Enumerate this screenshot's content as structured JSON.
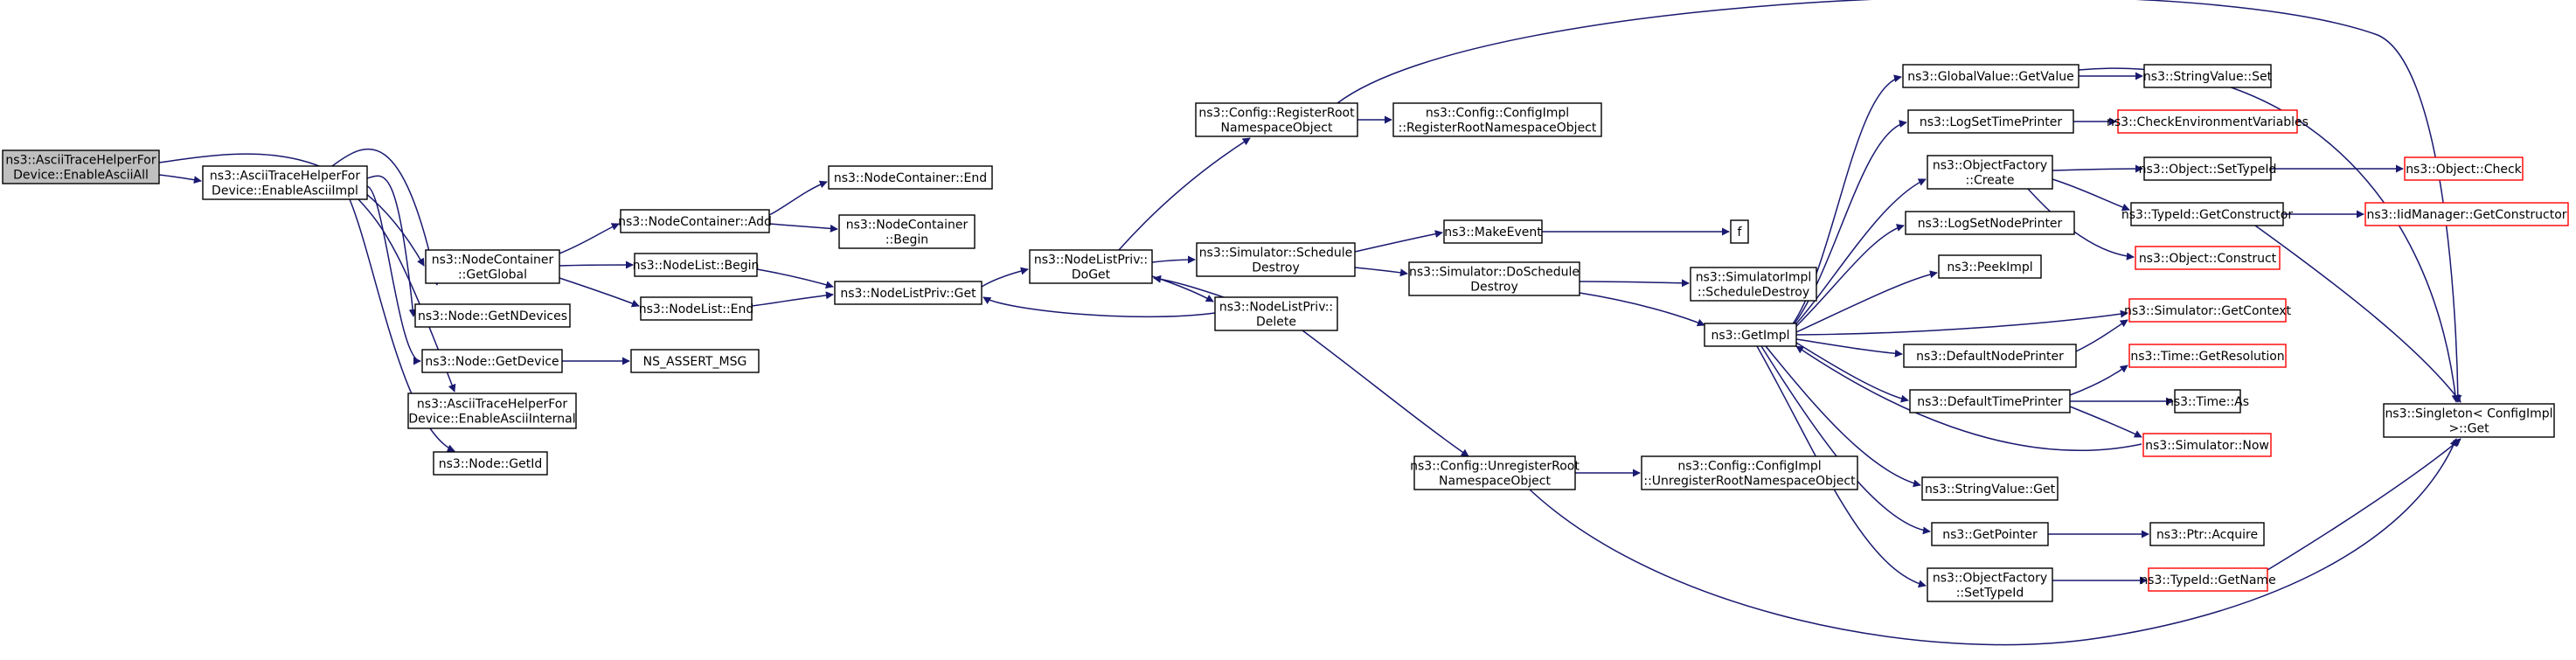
{
  "colors": {
    "edge": "#191970",
    "border_normal": "#000000",
    "border_truncated": "#ff0000",
    "fill_normal": "#ffffff",
    "fill_root": "#bfbfbf"
  },
  "nodes": [
    {
      "id": "root",
      "lines": [
        "ns3::AsciiTraceHelperFor",
        "Device::EnableAsciiAll"
      ],
      "style": "root"
    },
    {
      "id": "impl",
      "lines": [
        "ns3::AsciiTraceHelperFor",
        "Device::EnableAsciiImpl"
      ],
      "style": "normal"
    },
    {
      "id": "ncGetGlobal",
      "lines": [
        "ns3::NodeContainer",
        "::GetGlobal"
      ],
      "style": "normal"
    },
    {
      "id": "nodeGetNDevices",
      "lines": [
        "ns3::Node::GetNDevices"
      ],
      "style": "normal"
    },
    {
      "id": "nodeGetDevice",
      "lines": [
        "ns3::Node::GetDevice"
      ],
      "style": "normal"
    },
    {
      "id": "enableAsciiInternal",
      "lines": [
        "ns3::AsciiTraceHelperFor",
        "Device::EnableAsciiInternal"
      ],
      "style": "normal"
    },
    {
      "id": "nodeGetId",
      "lines": [
        "ns3::Node::GetId"
      ],
      "style": "normal"
    },
    {
      "id": "nsAssert",
      "lines": [
        "NS_ASSERT_MSG"
      ],
      "style": "normal"
    },
    {
      "id": "ncAdd",
      "lines": [
        "ns3::NodeContainer::Add"
      ],
      "style": "normal"
    },
    {
      "id": "ncEnd",
      "lines": [
        "ns3::NodeContainer::End"
      ],
      "style": "normal"
    },
    {
      "id": "ncBegin",
      "lines": [
        "ns3::NodeContainer",
        "::Begin"
      ],
      "style": "normal"
    },
    {
      "id": "nlBegin",
      "lines": [
        "ns3::NodeList::Begin"
      ],
      "style": "normal"
    },
    {
      "id": "nlEnd",
      "lines": [
        "ns3::NodeList::End"
      ],
      "style": "normal"
    },
    {
      "id": "nlpGet",
      "lines": [
        "ns3::NodeListPriv::Get"
      ],
      "style": "normal"
    },
    {
      "id": "nlpDoGet",
      "lines": [
        "ns3::NodeListPriv::",
        "DoGet"
      ],
      "style": "normal"
    },
    {
      "id": "cfgRegRoot",
      "lines": [
        "ns3::Config::RegisterRoot",
        "NamespaceObject"
      ],
      "style": "normal"
    },
    {
      "id": "cfgImplReg",
      "lines": [
        "ns3::Config::ConfigImpl",
        "::RegisterRootNamespaceObject"
      ],
      "style": "normal"
    },
    {
      "id": "simSchedDestroy",
      "lines": [
        "ns3::Simulator::Schedule",
        "Destroy"
      ],
      "style": "normal"
    },
    {
      "id": "nlpDelete",
      "lines": [
        "ns3::NodeListPriv::",
        "Delete"
      ],
      "style": "normal"
    },
    {
      "id": "makeEvent",
      "lines": [
        "ns3::MakeEvent"
      ],
      "style": "normal"
    },
    {
      "id": "f",
      "lines": [
        "f"
      ],
      "style": "normal"
    },
    {
      "id": "simDoSchedDestroy",
      "lines": [
        "ns3::Simulator::DoSchedule",
        "Destroy"
      ],
      "style": "normal"
    },
    {
      "id": "simImplSchedDestroy",
      "lines": [
        "ns3::SimulatorImpl",
        "::ScheduleDestroy"
      ],
      "style": "normal"
    },
    {
      "id": "getImpl",
      "lines": [
        "ns3::GetImpl"
      ],
      "style": "normal"
    },
    {
      "id": "cfgUnregRoot",
      "lines": [
        "ns3::Config::UnregisterRoot",
        "NamespaceObject"
      ],
      "style": "normal"
    },
    {
      "id": "cfgImplUnreg",
      "lines": [
        "ns3::Config::ConfigImpl",
        "::UnregisterRootNamespaceObject"
      ],
      "style": "normal"
    },
    {
      "id": "gvGetValue",
      "lines": [
        "ns3::GlobalValue::GetValue"
      ],
      "style": "normal"
    },
    {
      "id": "svSet",
      "lines": [
        "ns3::StringValue::Set"
      ],
      "style": "normal"
    },
    {
      "id": "logSetTimePrinter",
      "lines": [
        "ns3::LogSetTimePrinter"
      ],
      "style": "normal"
    },
    {
      "id": "checkEnvVars",
      "lines": [
        "ns3::CheckEnvironmentVariables"
      ],
      "style": "truncated"
    },
    {
      "id": "ofCreate",
      "lines": [
        "ns3::ObjectFactory",
        "::Create"
      ],
      "style": "normal"
    },
    {
      "id": "objSetTypeId",
      "lines": [
        "ns3::Object::SetTypeId"
      ],
      "style": "normal"
    },
    {
      "id": "objCheck",
      "lines": [
        "ns3::Object::Check"
      ],
      "style": "truncated"
    },
    {
      "id": "tidGetConstructor",
      "lines": [
        "ns3::TypeId::GetConstructor"
      ],
      "style": "normal"
    },
    {
      "id": "iidGetConstructor",
      "lines": [
        "ns3::IidManager::GetConstructor"
      ],
      "style": "truncated"
    },
    {
      "id": "objConstruct",
      "lines": [
        "ns3::Object::Construct"
      ],
      "style": "truncated"
    },
    {
      "id": "logSetNodePrinter",
      "lines": [
        "ns3::LogSetNodePrinter"
      ],
      "style": "normal"
    },
    {
      "id": "peekImpl",
      "lines": [
        "ns3::PeekImpl"
      ],
      "style": "normal"
    },
    {
      "id": "simGetContext",
      "lines": [
        "ns3::Simulator::GetContext"
      ],
      "style": "truncated"
    },
    {
      "id": "defaultNodePrinter",
      "lines": [
        "ns3::DefaultNodePrinter"
      ],
      "style": "normal"
    },
    {
      "id": "timeGetResolution",
      "lines": [
        "ns3::Time::GetResolution"
      ],
      "style": "truncated"
    },
    {
      "id": "defaultTimePrinter",
      "lines": [
        "ns3::DefaultTimePrinter"
      ],
      "style": "normal"
    },
    {
      "id": "timeAs",
      "lines": [
        "ns3::Time::As"
      ],
      "style": "normal"
    },
    {
      "id": "simNow",
      "lines": [
        "ns3::Simulator::Now"
      ],
      "style": "truncated"
    },
    {
      "id": "svGet",
      "lines": [
        "ns3::StringValue::Get"
      ],
      "style": "normal"
    },
    {
      "id": "getPointer",
      "lines": [
        "ns3::GetPointer"
      ],
      "style": "normal"
    },
    {
      "id": "ptrAcquire",
      "lines": [
        "ns3::Ptr::Acquire"
      ],
      "style": "normal"
    },
    {
      "id": "ofSetTypeId",
      "lines": [
        "ns3::ObjectFactory",
        "::SetTypeId"
      ],
      "style": "normal"
    },
    {
      "id": "tidGetName",
      "lines": [
        "ns3::TypeId::GetName"
      ],
      "style": "truncated"
    },
    {
      "id": "singletonGet",
      "lines": [
        "ns3::Singleton< ConfigImpl",
        ">::Get"
      ],
      "style": "normal"
    }
  ]
}
